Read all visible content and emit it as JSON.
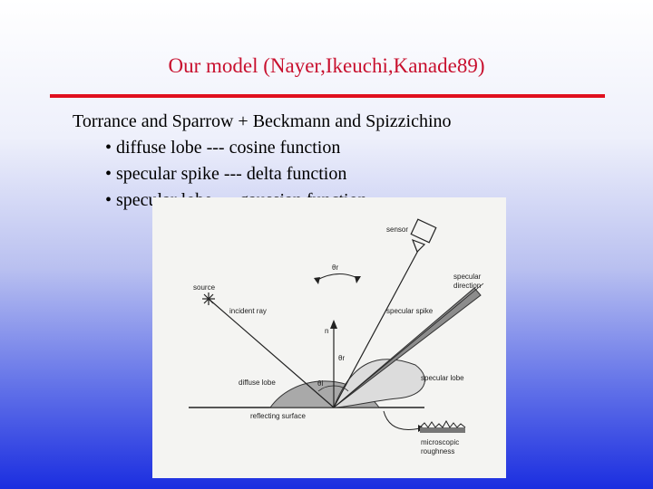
{
  "slide": {
    "title": "Our model (Nayer,Ikeuchi,Kanade89)",
    "line1": "Torrance and Sparrow + Beckmann and Spizzichino",
    "bullets": [
      "• diffuse lobe --- cosine function",
      "• specular spike --- delta function",
      "• specular lobe --- gaussian function"
    ]
  },
  "figure": {
    "labels": {
      "sensor": "sensor",
      "specular_direction_1": "specular",
      "specular_direction_2": "direction",
      "source": "source",
      "incident_ray": "incident ray",
      "specular_spike": "specular spike",
      "normal": "n",
      "theta_r": "θr",
      "theta_i": "θi",
      "theta_r2": "θr",
      "diffuse_lobe": "diffuse lobe",
      "specular_lobe": "specular lobe",
      "reflecting_surface": "reflecting surface",
      "microscopic_1": "microscopic",
      "microscopic_2": "roughness"
    }
  }
}
